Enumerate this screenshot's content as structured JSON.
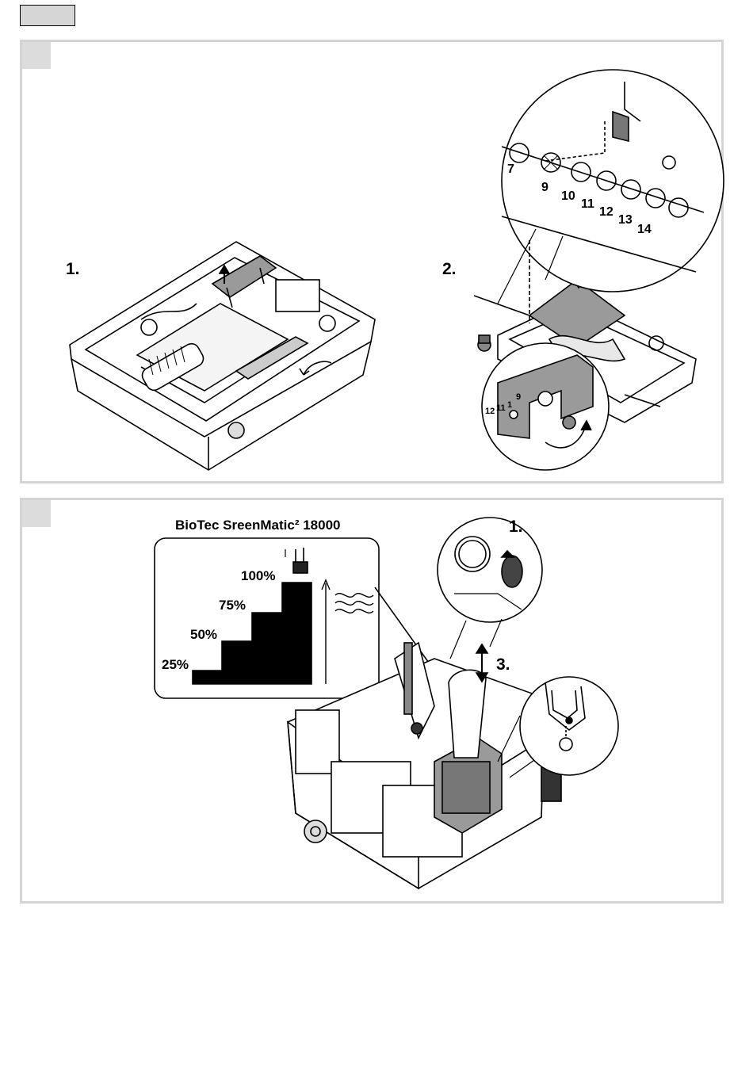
{
  "panel1": {
    "step1": "1.",
    "step2": "2.",
    "terminal_numbers": [
      "7",
      "9",
      "10",
      "11",
      "12",
      "13",
      "14"
    ],
    "inset_numbers": [
      "12",
      "11",
      "1",
      "9"
    ]
  },
  "panel2": {
    "model_title": "BioTec SreenMatic² 18000",
    "levels": [
      "100%",
      "75%",
      "50%",
      "25%"
    ],
    "step1": "1.",
    "step3": "3."
  },
  "icons": [
    "up-arrow-icon",
    "down-arrow-icon",
    "rotate-arrow-icon",
    "water-wave-icon",
    "level-connector-icon"
  ]
}
